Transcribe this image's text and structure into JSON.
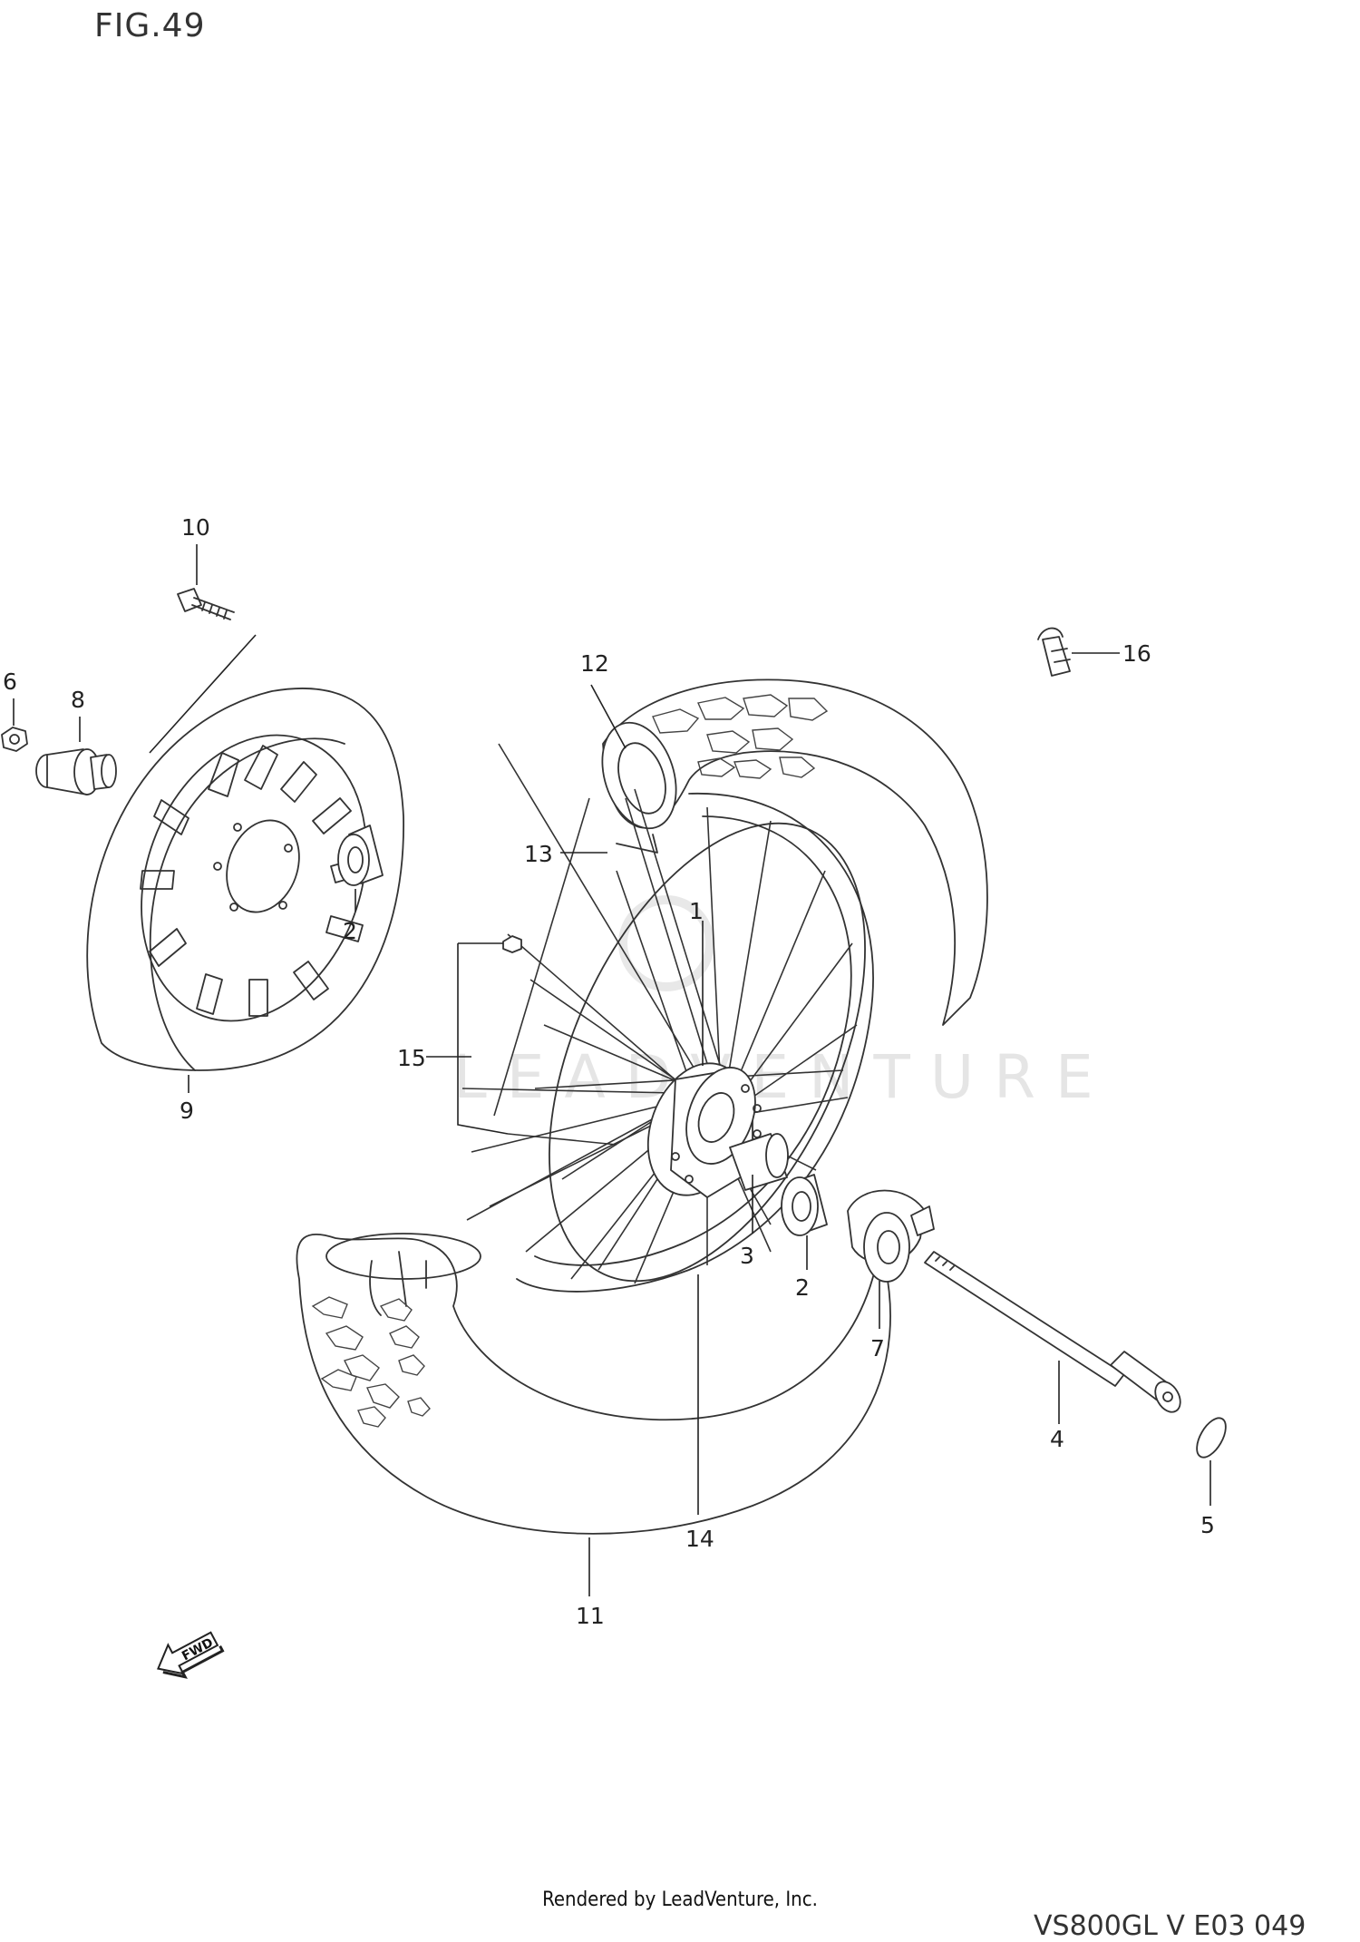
{
  "figure": {
    "title": "FIG.49"
  },
  "callouts": {
    "c1": "1",
    "c2a": "2",
    "c2b": "2",
    "c3": "3",
    "c4": "4",
    "c5": "5",
    "c6": "6",
    "c7": "7",
    "c8": "8",
    "c9": "9",
    "c10": "10",
    "c11": "11",
    "c12": "12",
    "c13": "13",
    "c14": "14",
    "c15": "15",
    "c16": "16"
  },
  "direction_arrow": {
    "label": "FWD",
    "icon": "forward-arrow-icon"
  },
  "footer": {
    "credit": "Rendered by LeadVenture, Inc.",
    "code": "VS800GL V E03 049"
  }
}
